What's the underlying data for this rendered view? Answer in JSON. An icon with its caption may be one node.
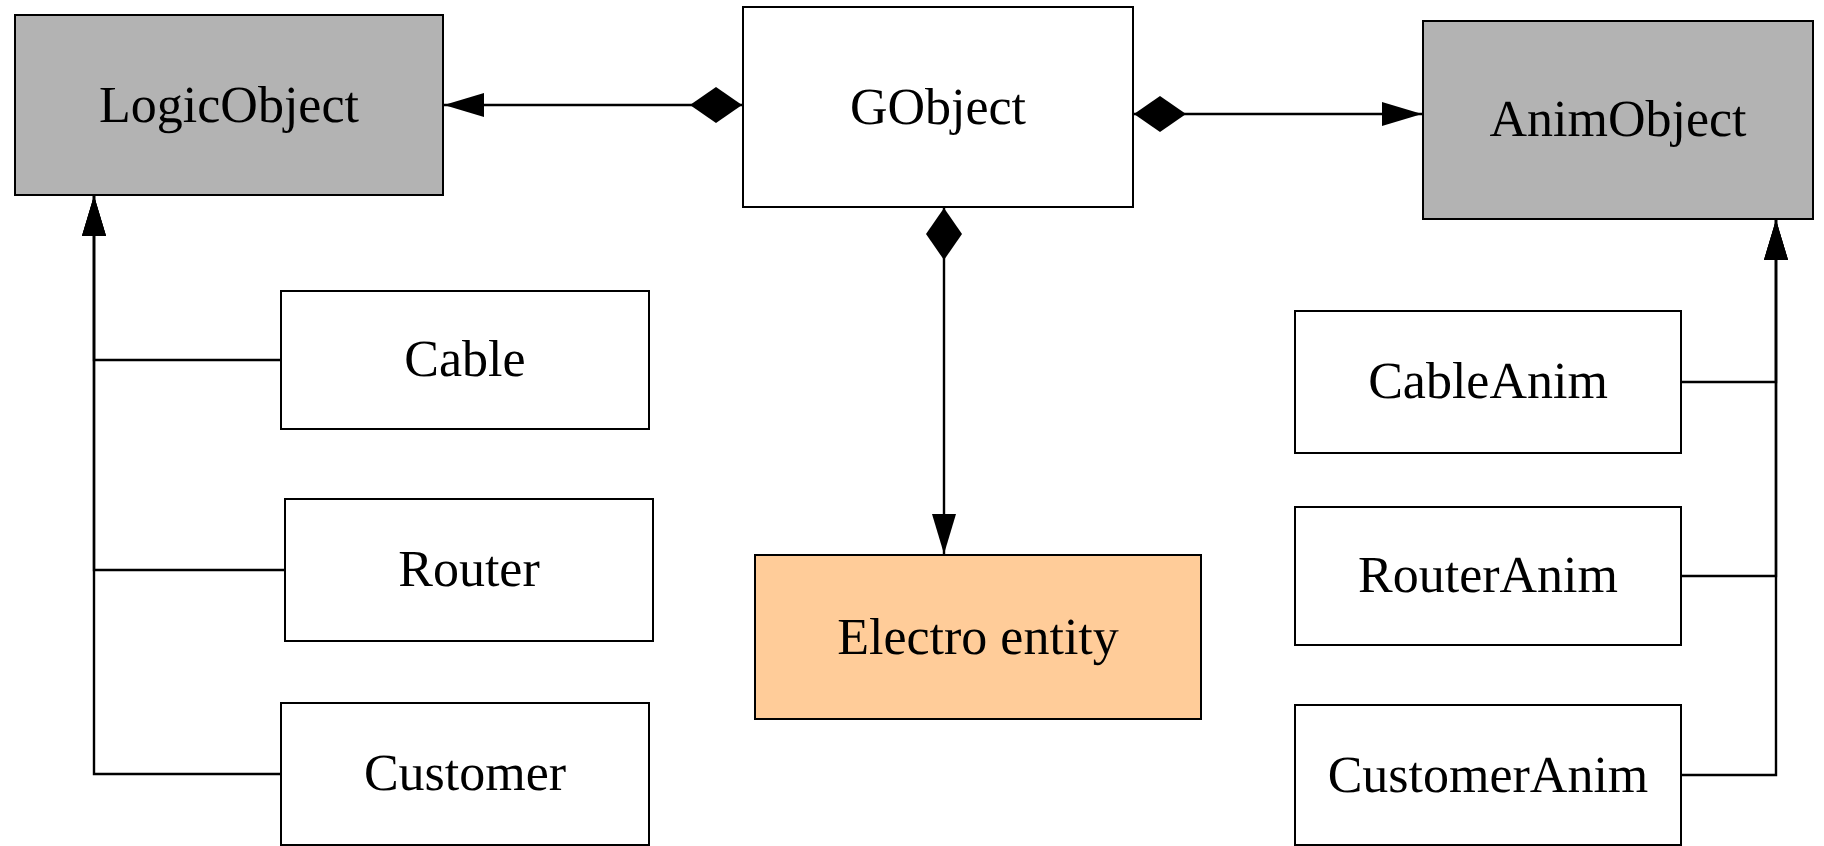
{
  "diagram": {
    "nodes": [
      {
        "text": [
          "LogicObject"
        ]
      },
      {
        "text": [
          "GObject"
        ]
      },
      {
        "text": [
          "AnimObject"
        ]
      },
      {
        "text": [
          "Cable"
        ]
      },
      {
        "text": [
          "Router"
        ]
      },
      {
        "text": [
          "Customer"
        ]
      },
      {
        "text": [
          "Electro entity"
        ]
      },
      {
        "text": [
          "CableAnim"
        ]
      },
      {
        "text": [
          "RouterAnim"
        ]
      },
      {
        "text": [
          "CustomerAnim"
        ]
      }
    ],
    "edges": [
      {
        "from": 1,
        "to": 0,
        "arrow": "to"
      },
      {
        "from": 1,
        "to": 2,
        "arrow": "to"
      },
      {
        "from": 1,
        "to": 6,
        "arrow": "to"
      },
      {
        "from": 3,
        "to": 0,
        "arrow": "to"
      },
      {
        "from": 4,
        "to": 0,
        "arrow": "to"
      },
      {
        "from": 5,
        "to": 0,
        "arrow": "to"
      },
      {
        "from": 7,
        "to": 2,
        "arrow": "to"
      },
      {
        "from": 8,
        "to": 2,
        "arrow": "to"
      },
      {
        "from": 9,
        "to": 2,
        "arrow": "to"
      }
    ]
  }
}
